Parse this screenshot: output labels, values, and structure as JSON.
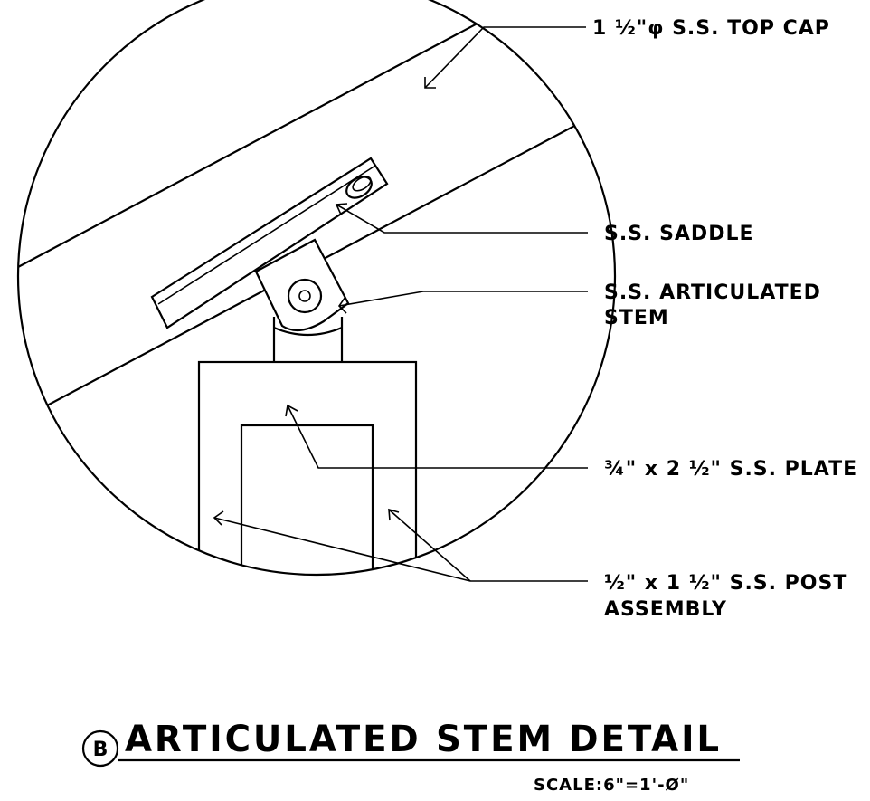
{
  "callouts": {
    "top_cap": "1 ½\"φ S.S. TOP CAP",
    "saddle": "S.S. SADDLE",
    "stem_line1": "S.S. ARTICULATED",
    "stem_line2": "STEM",
    "plate": "¾\" x 2 ½\" S.S. PLATE",
    "post_line1": "½\" x 1 ½\" S.S. POST",
    "post_line2": "ASSEMBLY"
  },
  "title_block": {
    "detail_tag": "B",
    "title": "ARTICULATED STEM DETAIL",
    "scale": "SCALE:6\"=1'-Ø\""
  },
  "colors": {
    "line": "#000000",
    "background": "#ffffff"
  }
}
